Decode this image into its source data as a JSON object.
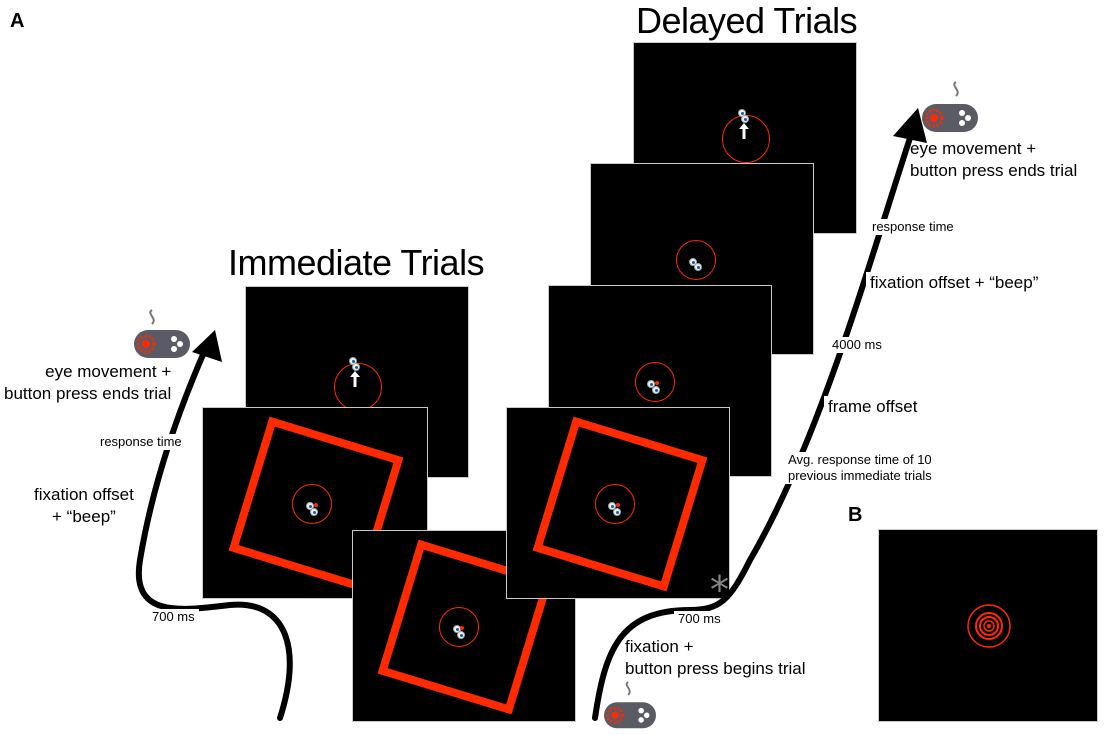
{
  "panels": {
    "a": "A",
    "b": "B"
  },
  "titles": {
    "immediate": "Immediate Trials",
    "delayed": "Delayed Trials"
  },
  "immediate_labels": {
    "end": "eye movement +\nbutton press ends trial",
    "response": "response time",
    "fixation": "fixation offset\n+ “beep”",
    "ms700": "700 ms"
  },
  "delayed_labels": {
    "end": "eye movement +\nbutton press ends trial",
    "response": "response time",
    "fixation": "fixation offset + “beep”",
    "ms4000": "4000 ms",
    "frame_offset": "frame offset",
    "avg": "Avg. response time of 10\nprevious immediate trials",
    "ms700": "700 ms",
    "begin": "fixation +\nbutton press begins trial"
  },
  "asterisk": "*",
  "icons": [
    "gamepad-icon",
    "eyes-icon",
    "arrow-up-icon"
  ],
  "colors": {
    "stimulus": "#ff2a00",
    "frame_bg": "#000000",
    "gamepad": "#5b5b66",
    "arrow": "#000000"
  }
}
